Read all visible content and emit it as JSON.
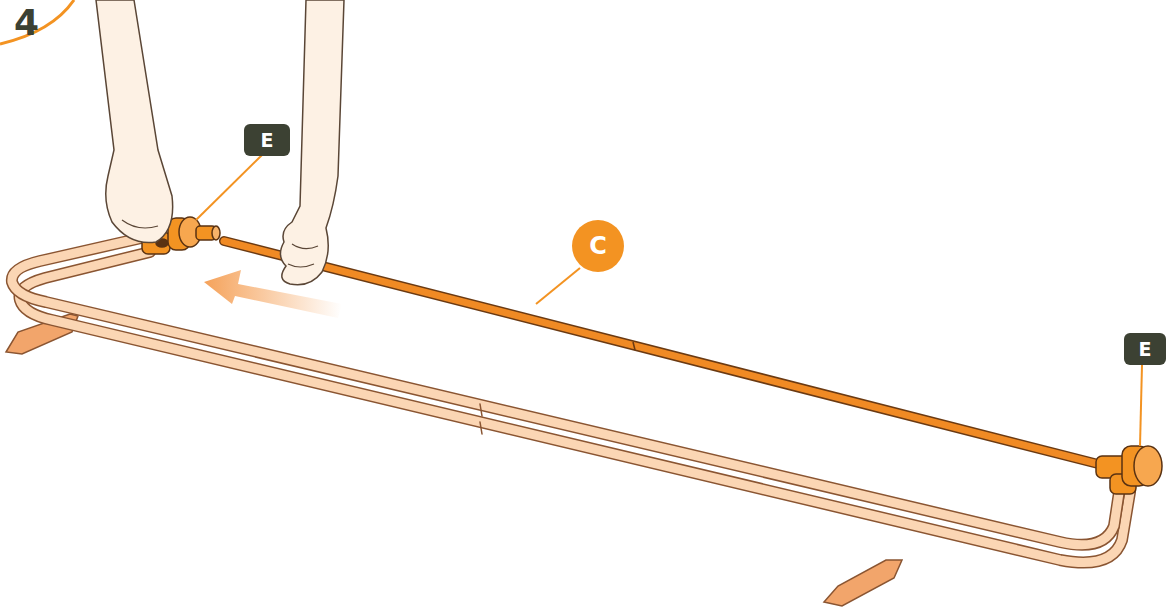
{
  "diagram": {
    "nodes": [
      {
        "text": [
          "E"
        ]
      },
      {
        "text": [
          "C"
        ]
      },
      {
        "text": [
          "E"
        ]
      }
    ],
    "labels": [
      "4"
    ]
  }
}
